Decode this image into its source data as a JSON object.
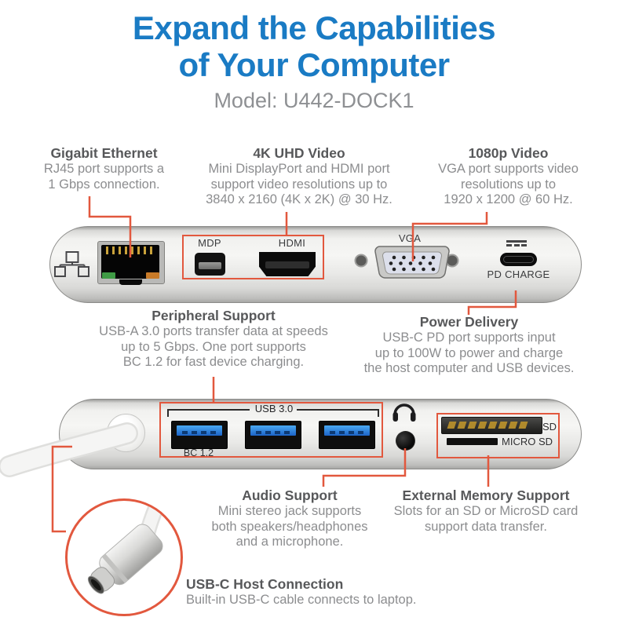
{
  "header": {
    "title_lines": [
      "Expand the Capabilities",
      "of Your Computer"
    ],
    "model": "Model: U442-DOCK1"
  },
  "callouts": {
    "gigabit_ethernet": {
      "title": "Gigabit Ethernet",
      "lines": [
        "RJ45 port supports a",
        "1 Gbps connection."
      ]
    },
    "uhd_video": {
      "title": "4K UHD Video",
      "lines": [
        "Mini DisplayPort and HDMI port",
        "support video resolutions up to",
        "3840 x 2160 (4K x 2K) @ 30 Hz."
      ]
    },
    "video_1080p": {
      "title": "1080p Video",
      "lines": [
        "VGA port supports video",
        "resolutions up to",
        "1920 x 1200 @ 60 Hz."
      ]
    },
    "peripheral_support": {
      "title": "Peripheral Support",
      "lines": [
        "USB-A 3.0 ports transfer data at speeds",
        "up to 5 Gbps. One port supports",
        "BC 1.2 for fast device charging."
      ]
    },
    "power_delivery": {
      "title": "Power Delivery",
      "lines": [
        "USB-C PD port supports input",
        "up to 100W to power and charge",
        "the host computer and USB devices."
      ]
    },
    "audio_support": {
      "title": "Audio Support",
      "lines": [
        "Mini stereo jack supports",
        "both speakers/headphones",
        "and a microphone."
      ]
    },
    "external_memory": {
      "title": "External Memory Support",
      "lines": [
        "Slots for an SD or MicroSD card",
        "support data transfer."
      ]
    },
    "usbc_host": {
      "title": "USB-C Host Connection",
      "lines": [
        "Built-in USB-C cable connects to laptop."
      ]
    }
  },
  "port_labels": {
    "mdp": "MDP",
    "hdmi": "HDMI",
    "vga": "VGA",
    "pd_charge": "PD CHARGE",
    "usb3": "USB 3.0",
    "bc12": "BC 1.2",
    "sd": "SD",
    "micro_sd": "MICRO SD"
  },
  "icons": {
    "network": "network-icon",
    "headphones": "headphones-icon",
    "dc_power": "dc-power-icon"
  },
  "colors": {
    "title_blue": "#1a7bc4",
    "accent_red": "#e2583e",
    "heading_gray": "#57585a",
    "body_gray": "#8c8d8f",
    "usb_blue": "#2f84e0"
  }
}
